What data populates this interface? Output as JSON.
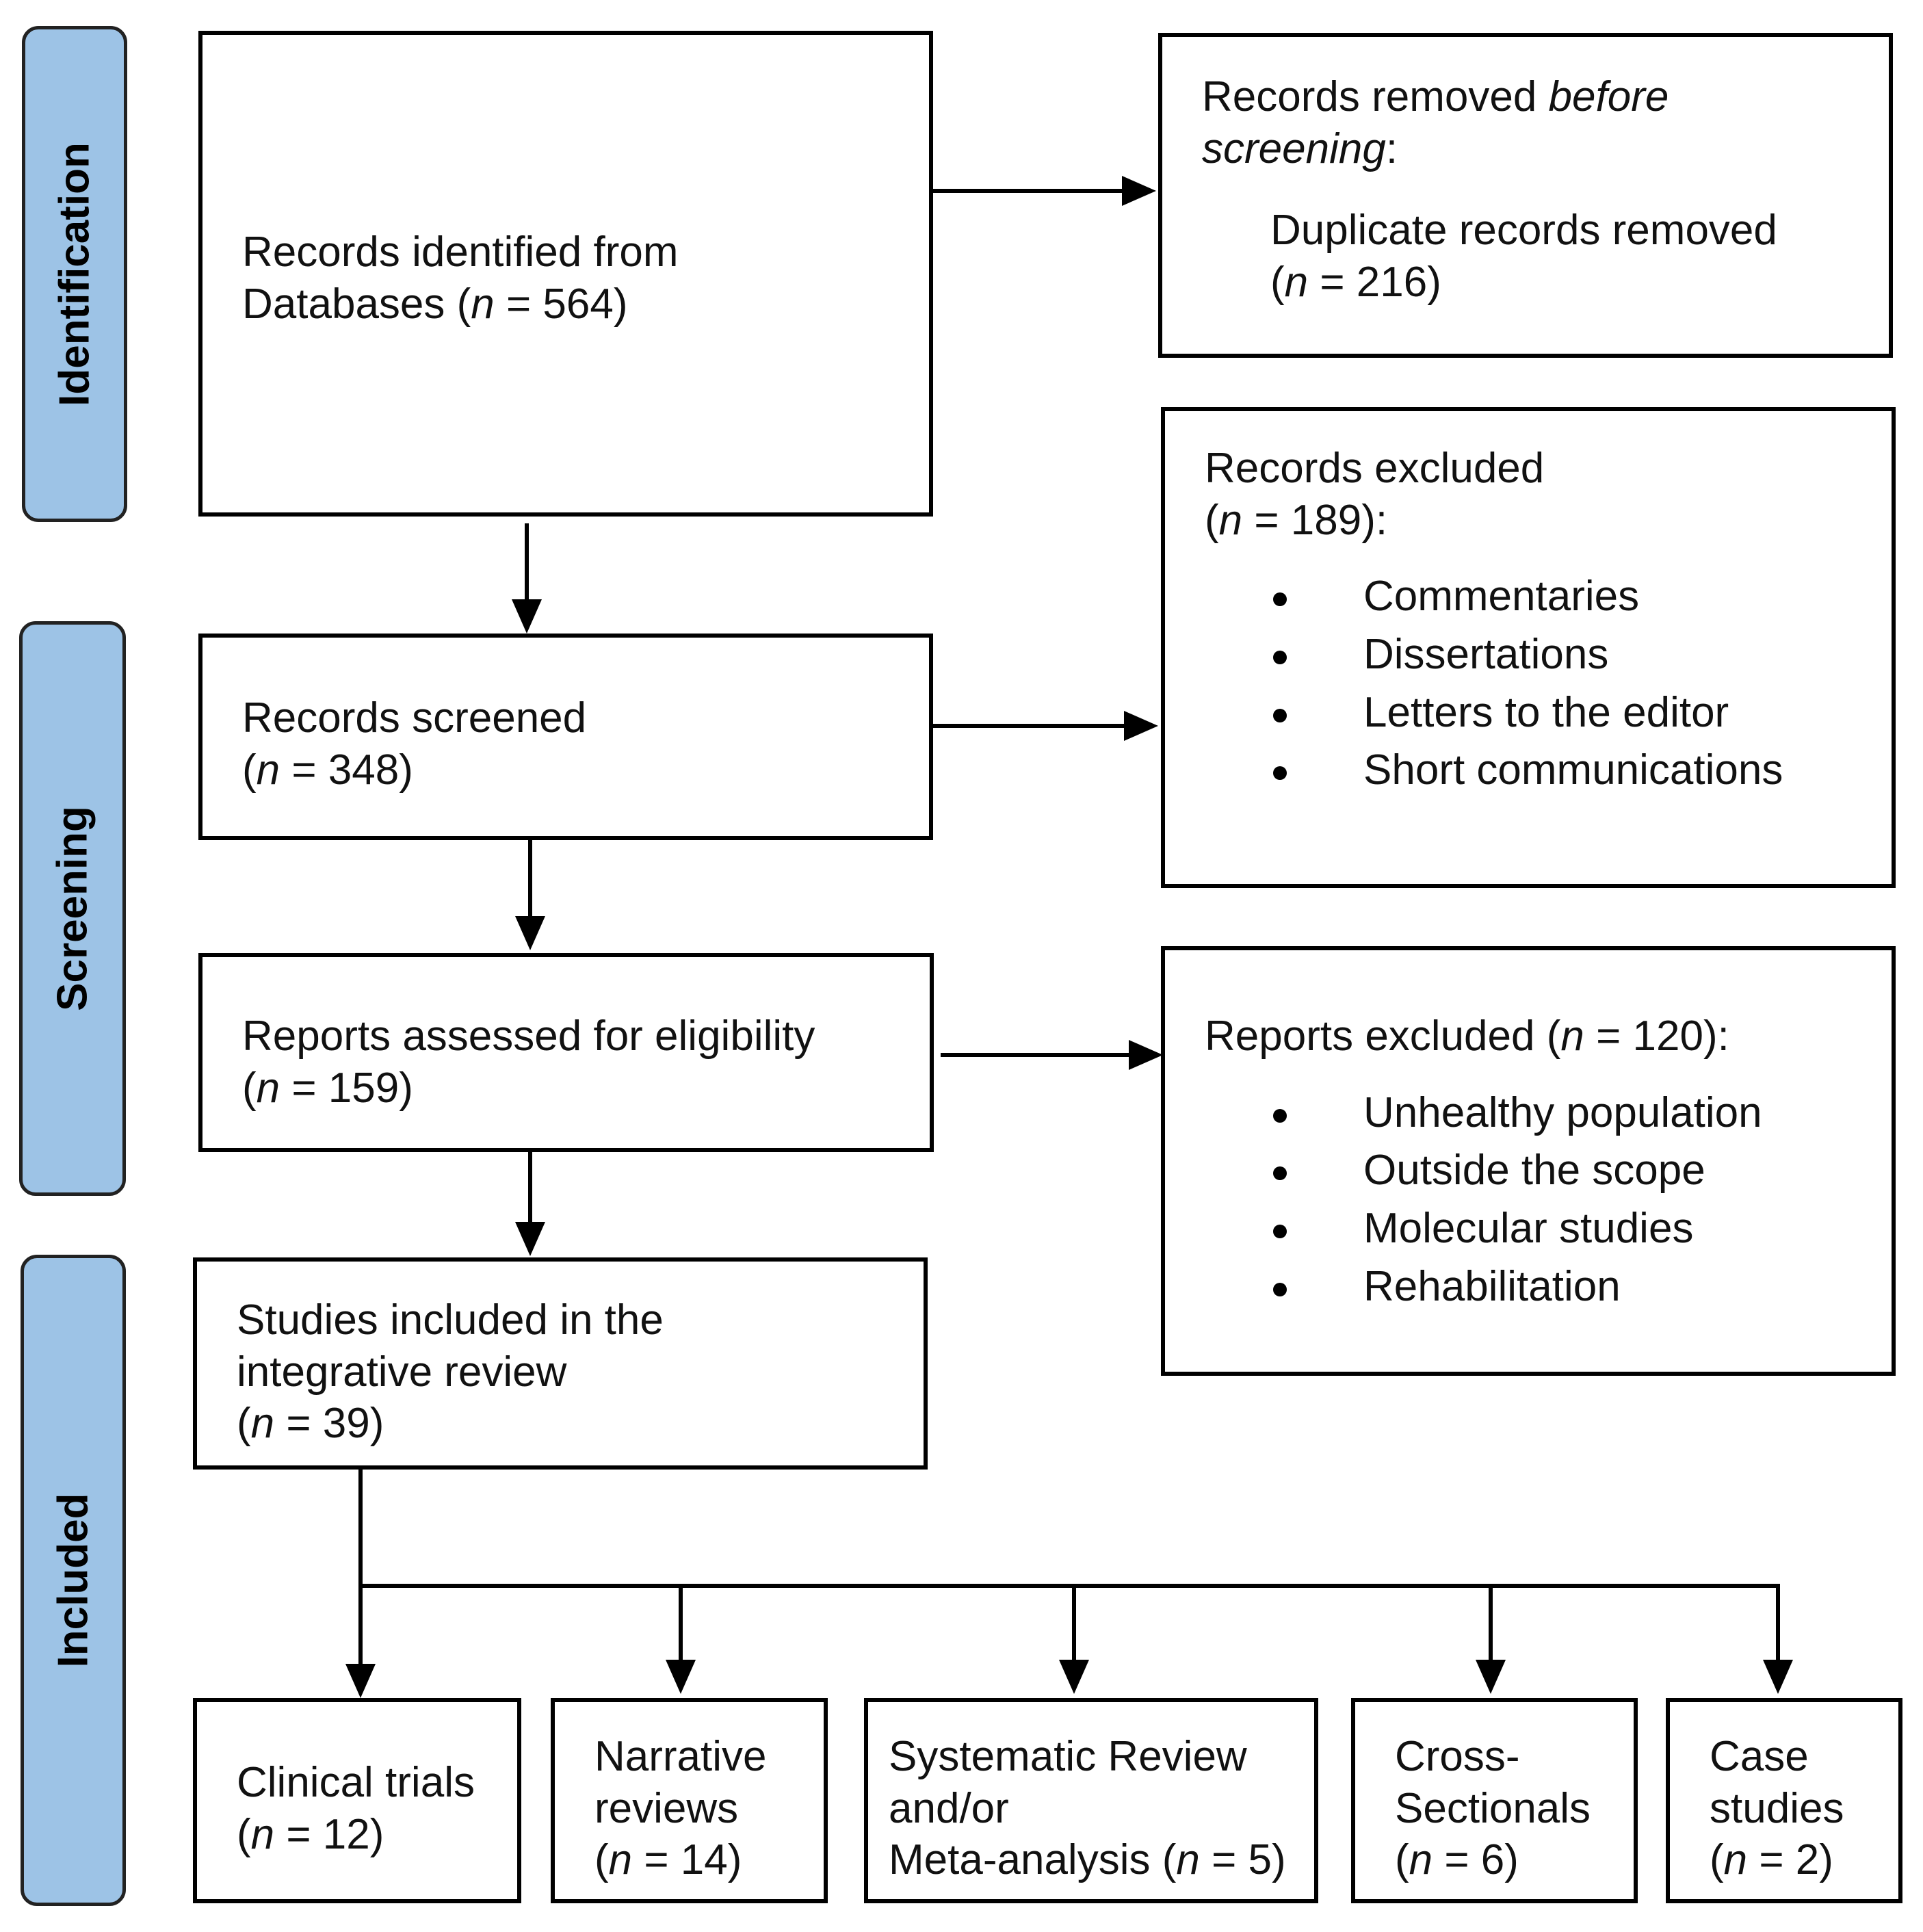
{
  "phases": {
    "identification": "Identification",
    "screening": "Screening",
    "included": "Included"
  },
  "identified": {
    "label": "Records identified from Databases (",
    "n": "n",
    "count": " = 564)"
  },
  "removed": {
    "label_prefix": "Records removed ",
    "label_italic": "before screening",
    "label_suffix": ":",
    "duplicate_label": "Duplicate records removed",
    "duplicate_count": " = 216)"
  },
  "screened": {
    "label": "Records screened",
    "count": " = 348)"
  },
  "excluded_records": {
    "label": "Records excluded",
    "count": " = 189):",
    "items": [
      "Commentaries",
      "Dissertations",
      "Letters to the editor",
      "Short communications"
    ]
  },
  "assessed": {
    "label": "Reports assessed for eligibility",
    "count": " = 159)"
  },
  "excluded_reports": {
    "label": "Reports excluded (",
    "count": " = 120):",
    "items": [
      "Unhealthy population",
      "Outside the scope",
      "Molecular studies",
      "Rehabilitation"
    ]
  },
  "included": {
    "line1": "Studies included in the",
    "line2": "integrative review",
    "count": " = 39)"
  },
  "categories": {
    "clinical": {
      "label": "Clinical trials",
      "count": " = 12)"
    },
    "narrative": {
      "line1": "Narrative",
      "line2": "reviews",
      "count": " = 14)"
    },
    "systematic": {
      "line1": "Systematic Review",
      "line2": "and/or",
      "line3": "Meta-analysis (",
      "count": " = 5)"
    },
    "cross": {
      "line1": "Cross-",
      "line2": "Sectionals",
      "count": " = 6)"
    },
    "case": {
      "line1": "Case",
      "line2": "studies",
      "count": " = 2)"
    }
  },
  "n_symbol": "n",
  "open_paren": "("
}
